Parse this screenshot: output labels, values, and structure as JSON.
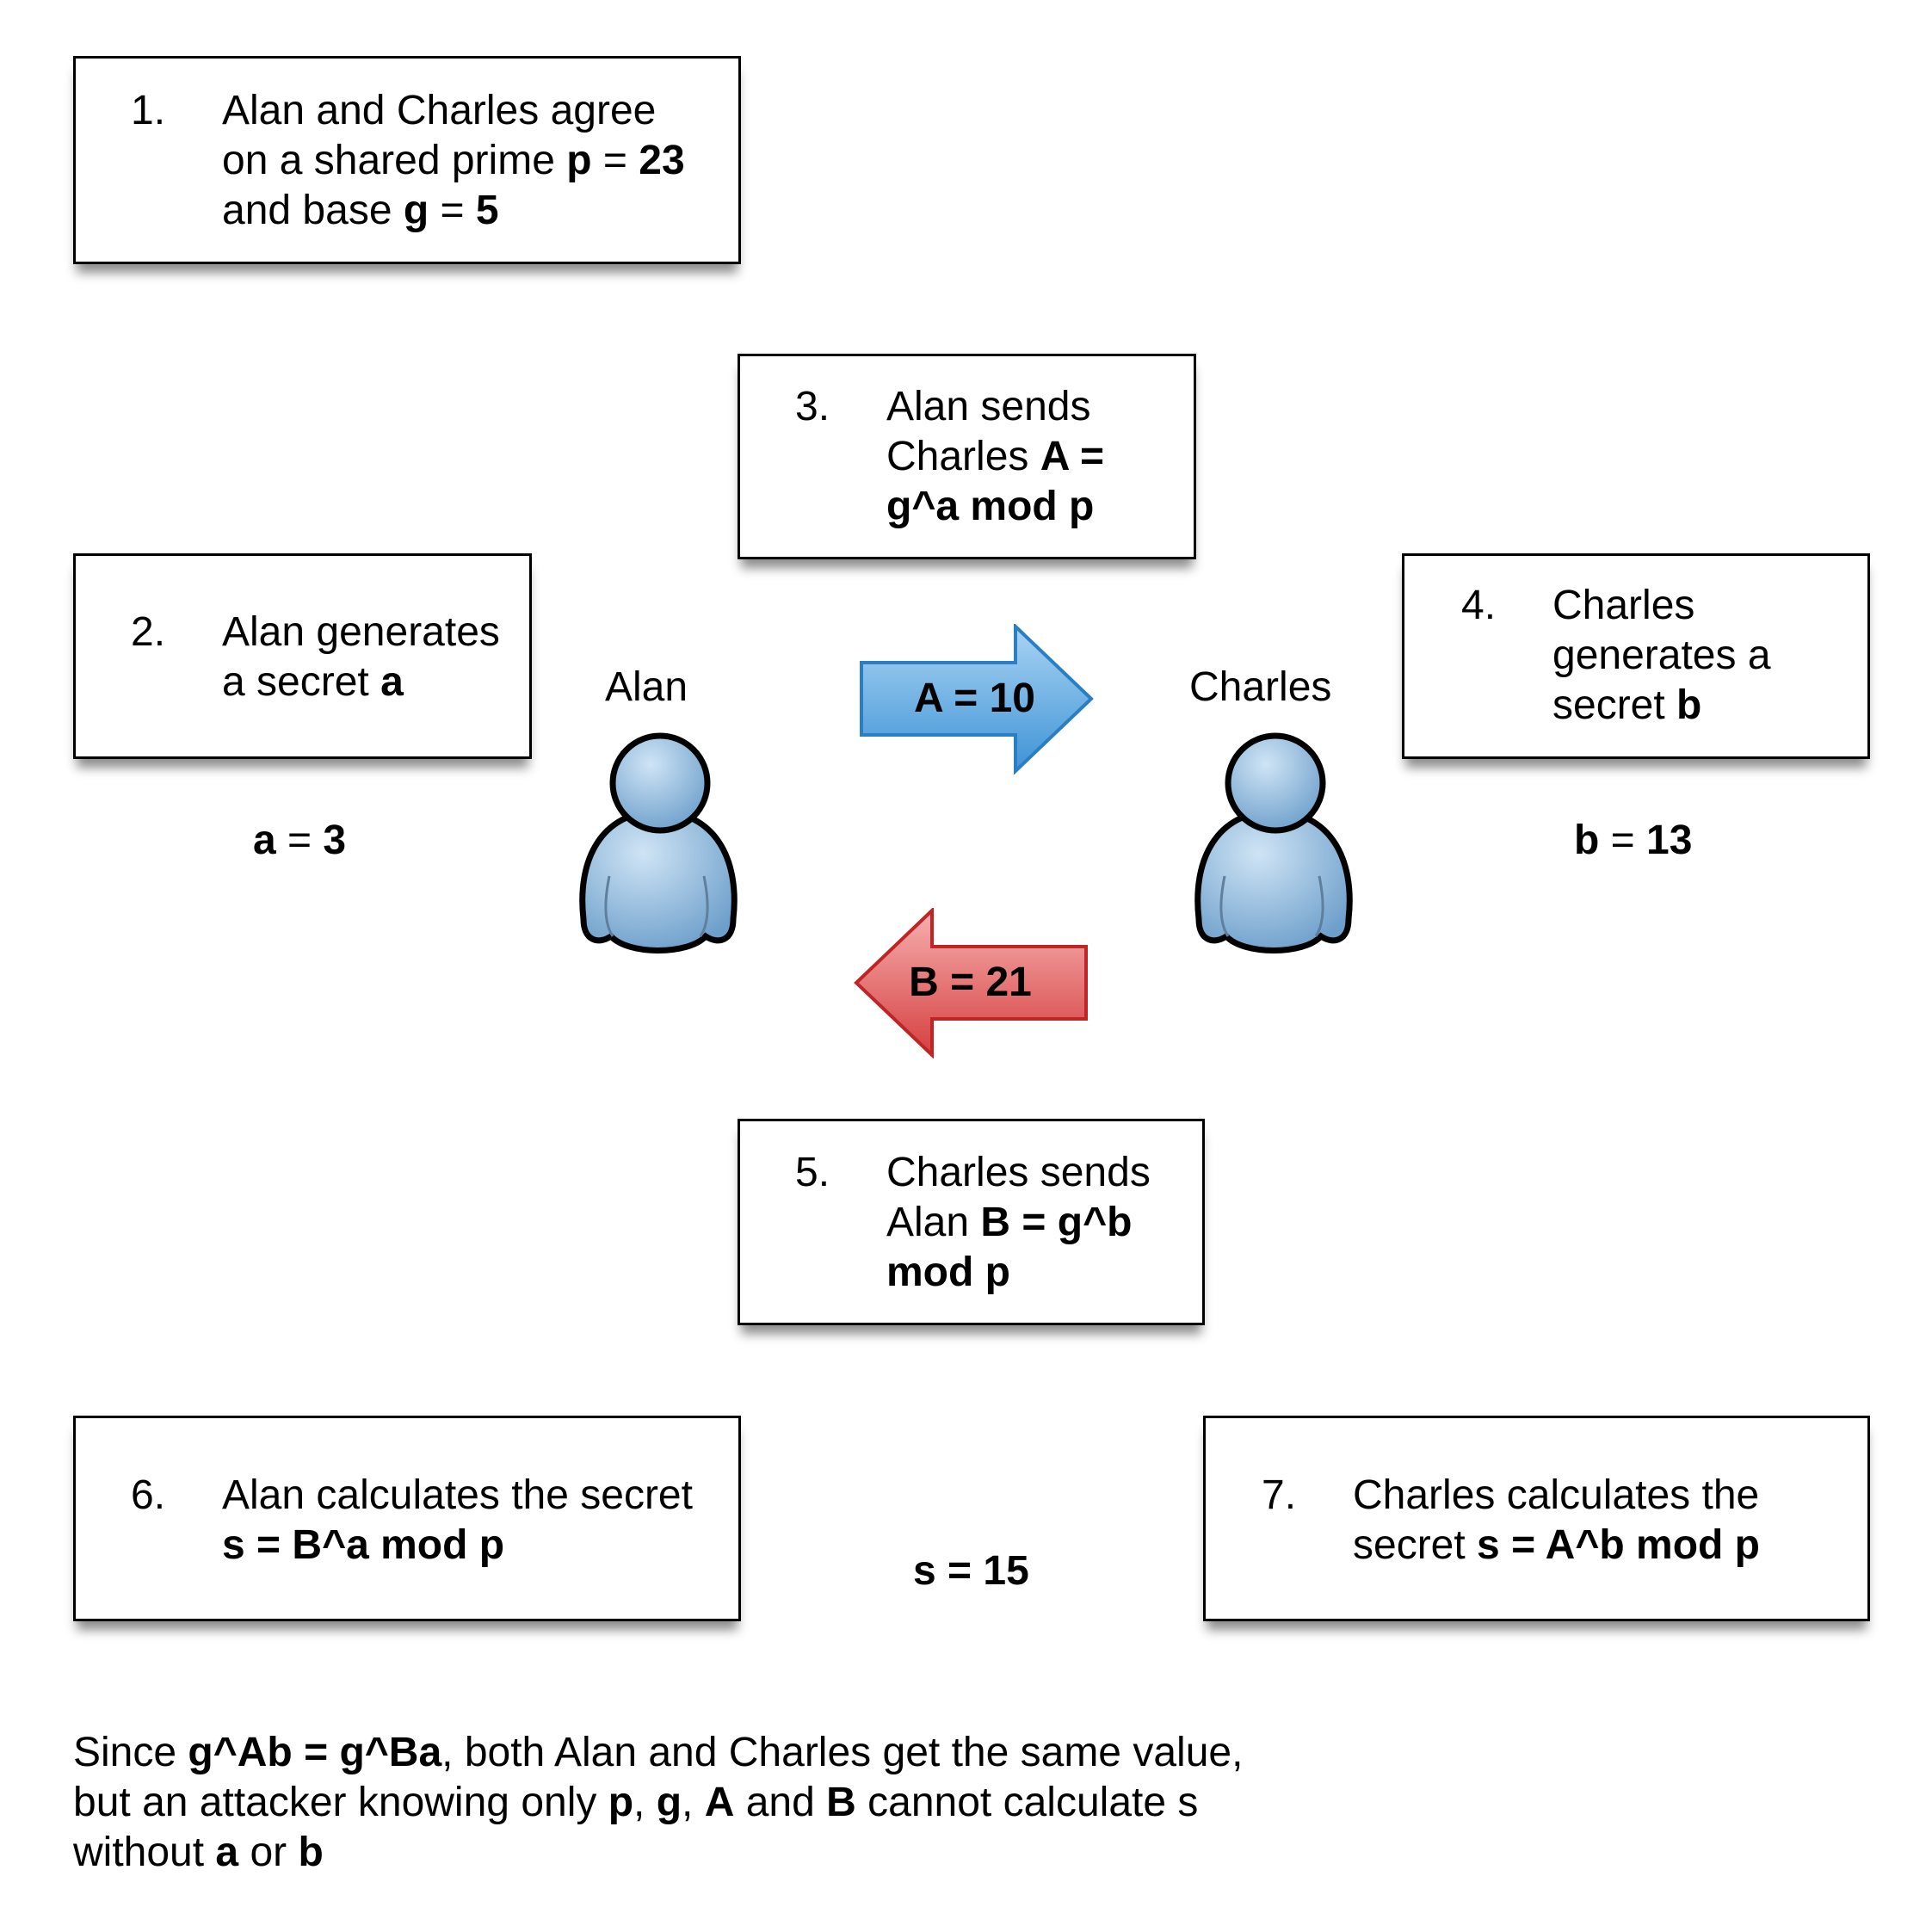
{
  "steps": [
    {
      "id": "1",
      "num": "1.",
      "lines": [
        [
          {
            "t": "Alan and Charles agree",
            "b": false
          }
        ],
        [
          {
            "t": "on a shared prime ",
            "b": false
          },
          {
            "t": "p",
            "b": true
          },
          {
            "t": " = ",
            "b": false
          },
          {
            "t": "23",
            "b": true
          }
        ],
        [
          {
            "t": "and base ",
            "b": false
          },
          {
            "t": "g",
            "b": true
          },
          {
            "t": " = ",
            "b": false
          },
          {
            "t": "5",
            "b": true
          }
        ]
      ]
    },
    {
      "id": "2",
      "num": "2.",
      "lines": [
        [
          {
            "t": "Alan generates",
            "b": false
          }
        ],
        [
          {
            "t": "a secret ",
            "b": false
          },
          {
            "t": "a",
            "b": true
          }
        ]
      ]
    },
    {
      "id": "3",
      "num": "3.",
      "lines": [
        [
          {
            "t": "Alan sends",
            "b": false
          }
        ],
        [
          {
            "t": "Charles ",
            "b": false
          },
          {
            "t": "A =",
            "b": true
          }
        ],
        [
          {
            "t": "g^a mod p",
            "b": true
          }
        ]
      ]
    },
    {
      "id": "4",
      "num": "4.",
      "lines": [
        [
          {
            "t": "Charles",
            "b": false
          }
        ],
        [
          {
            "t": "generates a",
            "b": false
          }
        ],
        [
          {
            "t": "secret ",
            "b": false
          },
          {
            "t": "b",
            "b": true
          }
        ]
      ]
    },
    {
      "id": "5",
      "num": "5.",
      "lines": [
        [
          {
            "t": "Charles sends",
            "b": false
          }
        ],
        [
          {
            "t": "Alan ",
            "b": false
          },
          {
            "t": "B = g^b",
            "b": true
          }
        ],
        [
          {
            "t": "mod p",
            "b": true
          }
        ]
      ]
    },
    {
      "id": "6",
      "num": "6.",
      "lines": [
        [
          {
            "t": "Alan calculates the secret",
            "b": false
          }
        ],
        [
          {
            "t": "s = B^a mod p",
            "b": true
          }
        ]
      ]
    },
    {
      "id": "7",
      "num": "7.",
      "lines": [
        [
          {
            "t": "Charles calculates the",
            "b": false
          }
        ],
        [
          {
            "t": "secret ",
            "b": false
          },
          {
            "t": "s = A^b mod p",
            "b": true
          }
        ]
      ]
    }
  ],
  "people": {
    "alan": {
      "name": "Alan"
    },
    "charles": {
      "name": "Charles"
    }
  },
  "values": {
    "a": [
      {
        "t": "a",
        "b": true
      },
      {
        "t": " = ",
        "b": false
      },
      {
        "t": "3",
        "b": true
      }
    ],
    "b": [
      {
        "t": "b",
        "b": true
      },
      {
        "t": " = ",
        "b": false
      },
      {
        "t": "13",
        "b": true
      }
    ],
    "s": [
      {
        "t": "s",
        "b": true
      },
      {
        "t": " = ",
        "b": true
      },
      {
        "t": "15",
        "b": true
      }
    ]
  },
  "arrows": {
    "a_to_c": {
      "label": "A = 10",
      "color": "#5aa9df"
    },
    "c_to_a": {
      "label": "B = 21",
      "color": "#e05a5a"
    }
  },
  "footer": [
    [
      {
        "t": "Since ",
        "b": false
      },
      {
        "t": "g^Ab = g^Ba",
        "b": true
      },
      {
        "t": ", both Alan and Charles get the same value,",
        "b": false
      }
    ],
    [
      {
        "t": "but an attacker knowing only ",
        "b": false
      },
      {
        "t": "p",
        "b": true
      },
      {
        "t": ", ",
        "b": false
      },
      {
        "t": "g",
        "b": true
      },
      {
        "t": ", ",
        "b": false
      },
      {
        "t": "A",
        "b": true
      },
      {
        "t": " and ",
        "b": false
      },
      {
        "t": "B",
        "b": true
      },
      {
        "t": " cannot calculate s",
        "b": false
      }
    ],
    [
      {
        "t": "without ",
        "b": false
      },
      {
        "t": "a",
        "b": true
      },
      {
        "t": " or ",
        "b": false
      },
      {
        "t": "b",
        "b": true
      }
    ]
  ]
}
